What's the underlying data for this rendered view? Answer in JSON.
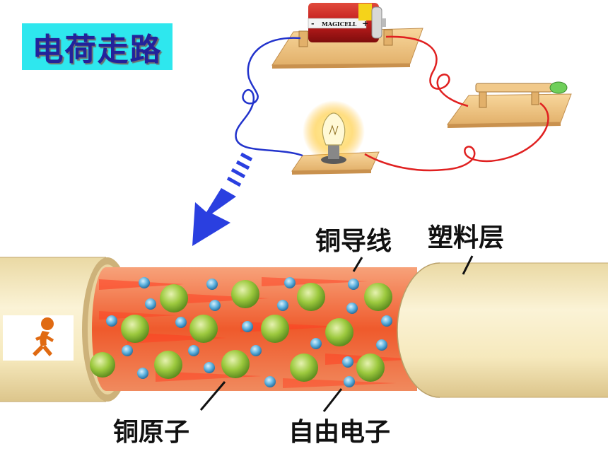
{
  "title": "电荷走路",
  "labels": {
    "copper_wire": "铜导线",
    "plastic_layer": "塑料层",
    "copper_atom": "铜原子",
    "free_electron": "自由电子"
  },
  "battery": {
    "brand": "MAGICELL",
    "minus_sign": "-",
    "plus_sign": "+"
  },
  "colors": {
    "title_bg": "#2ee7ee",
    "title_text": "#23229a",
    "wire_negative": "#2233cc",
    "wire_positive": "#e02020",
    "arrow": "#2a3fe0",
    "copper_core": "#ef5a2c",
    "insulation": "#f7ecc6",
    "copper_atom": "#8fc23a",
    "electron": "#4aa6da"
  }
}
